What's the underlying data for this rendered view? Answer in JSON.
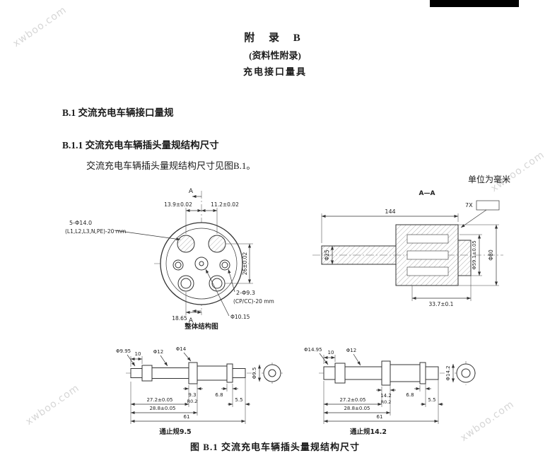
{
  "watermark": {
    "text": "xwboo.com"
  },
  "doc": {
    "title1": "附 录 B",
    "title2": "(资料性附录)",
    "title3": "充电接口量具",
    "h_b1": "B.1  交流充电车辆接口量规",
    "h_b11": "B.1.1  交流充电车辆插头量规结构尺寸",
    "body": "交流充电车辆插头量规结构尺寸见图B.1。",
    "unit_note": "单位为毫米",
    "caption": "图 B.1  交流充电车辆插头量规结构尺寸"
  },
  "front": {
    "dim_13_9": "13.9±0.02",
    "dim_11_2": "11.2±0.02",
    "callout_l1": "5-Φ14.0",
    "callout_l2": "(L1,L2,L3,N,PE)-20 mm",
    "dim_26": "26±0.02",
    "callout_s1": "2-Φ9.3",
    "callout_s2": "(CP/CC)-20 mm",
    "dim_10_15": "Φ10.15",
    "dim_18_65": "18.65",
    "sec_a": "A",
    "label": "整体结构图"
  },
  "section": {
    "label": "A—A",
    "dim_144": "144",
    "callout_7x": "7X",
    "dim_25": "Φ25",
    "dim_59": "Φ59.1±0.05",
    "dim_80": "Φ80",
    "dim_33_7": "33.7±0.1"
  },
  "gauge_left": {
    "dim_tip": "Φ9.95",
    "dim_10": "10",
    "dim_12": "Φ12",
    "dim_14": "Φ14",
    "dim_93": "9.3",
    "dim_r": "R0.2",
    "dim_68": "6.8",
    "dim_55": "5.5",
    "dim_272": "27.2±0.05",
    "dim_288": "28.8±0.05",
    "dim_61": "61",
    "dim_end": "Φ9.5",
    "label": "通止规9.5"
  },
  "gauge_right": {
    "dim_tip": "Φ14.95",
    "dim_10": "10",
    "dim_12": "Φ12",
    "dim_142": "14.2",
    "dim_r": "R0.2",
    "dim_68": "6.8",
    "dim_55": "5.5",
    "dim_272": "27.2±0.05",
    "dim_288": "28.8±0.05",
    "dim_61": "61",
    "dim_end": "Φ14.2",
    "label": "通止规14.2"
  }
}
